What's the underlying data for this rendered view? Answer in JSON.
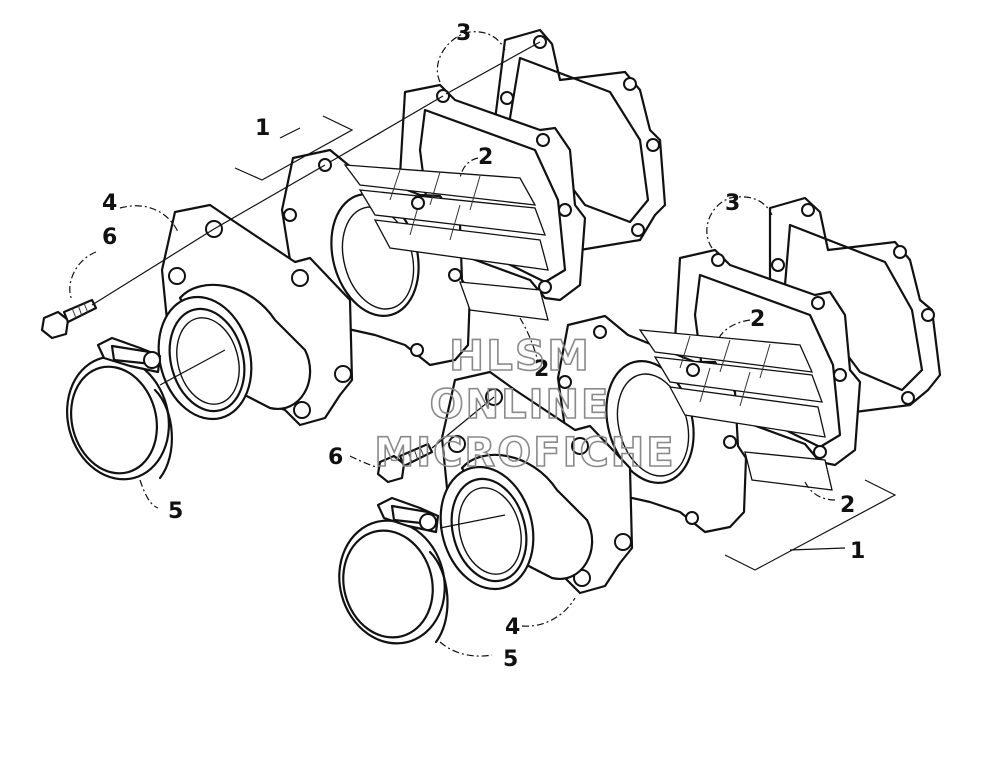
{
  "watermark": {
    "line1": "HLSM",
    "line2": "ONLINE",
    "line3": "MICROFICHE"
  },
  "callouts": {
    "c1_upper": "1",
    "c1_lower": "1",
    "c2_upper": "2",
    "c2_upper_b": "2",
    "c2_lower": "2",
    "c2_lower_b": "2",
    "c3_upper": "3",
    "c3_lower": "3",
    "c4_upper": "4",
    "c4_lower": "4",
    "c5_upper": "5",
    "c5_lower": "5",
    "c6_upper": "6",
    "c6_lower": "6"
  }
}
